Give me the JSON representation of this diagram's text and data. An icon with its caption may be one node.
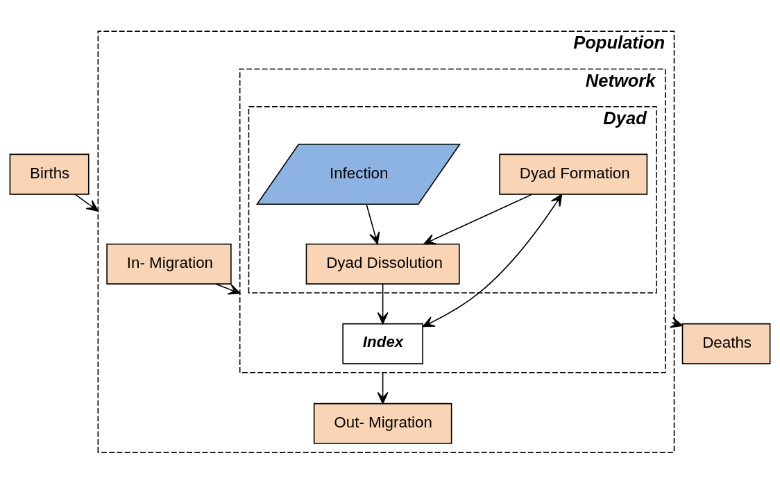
{
  "diagram": {
    "nodes": [
      {
        "text": [
          "Births"
        ]
      },
      {
        "text": [
          "Population"
        ]
      },
      {
        "text": [
          "Network"
        ],
        "in": 1
      },
      {
        "text": [
          "Dyad"
        ],
        "in": 2
      },
      {
        "text": [
          "In- Migration"
        ],
        "in": 1
      },
      {
        "text": [
          "Dyad Formation"
        ],
        "in": 3
      },
      {
        "text": [
          "Dyad Dissolution"
        ],
        "in": 3
      },
      {
        "text": [
          "Infection"
        ],
        "in": 3
      },
      {
        "text": [
          "Index"
        ],
        "in": 2
      },
      {
        "text": [
          "Out- Migration"
        ],
        "in": 1
      },
      {
        "text": [
          "Deaths"
        ]
      }
    ],
    "edges": [
      {
        "from": 0,
        "to": 1,
        "arrow": "to"
      },
      {
        "from": 4,
        "to": 2,
        "arrow": "to"
      },
      {
        "from": 5,
        "to": 6,
        "arrow": "to"
      },
      {
        "from": 7,
        "to": 6,
        "arrow": "to"
      },
      {
        "from": 5,
        "to": 8,
        "arrow": "both"
      },
      {
        "from": 6,
        "to": 8,
        "arrow": "to"
      },
      {
        "from": 2,
        "to": 9,
        "arrow": "to"
      },
      {
        "from": 1,
        "to": 10,
        "arrow": "to"
      }
    ]
  }
}
